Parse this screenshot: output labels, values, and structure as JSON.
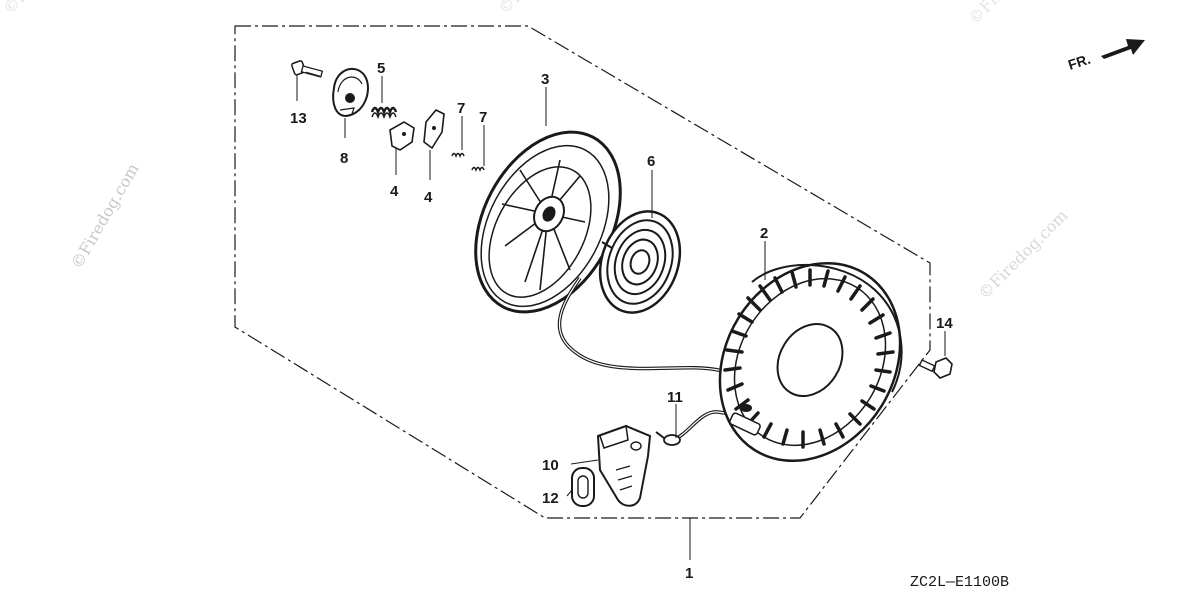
{
  "drawing_code": "ZC2L—E1100B",
  "front_indicator": "FR.",
  "watermark": "©Firedog.com",
  "callouts": [
    {
      "id": "c1",
      "number": "1"
    },
    {
      "id": "c2",
      "number": "2"
    },
    {
      "id": "c3",
      "number": "3"
    },
    {
      "id": "c4a",
      "number": "4"
    },
    {
      "id": "c4b",
      "number": "4"
    },
    {
      "id": "c5",
      "number": "5"
    },
    {
      "id": "c6",
      "number": "6"
    },
    {
      "id": "c7a",
      "number": "7"
    },
    {
      "id": "c7b",
      "number": "7"
    },
    {
      "id": "c8",
      "number": "8"
    },
    {
      "id": "c10",
      "number": "10"
    },
    {
      "id": "c11",
      "number": "11"
    },
    {
      "id": "c12",
      "number": "12"
    },
    {
      "id": "c13",
      "number": "13"
    },
    {
      "id": "c14",
      "number": "14"
    }
  ]
}
